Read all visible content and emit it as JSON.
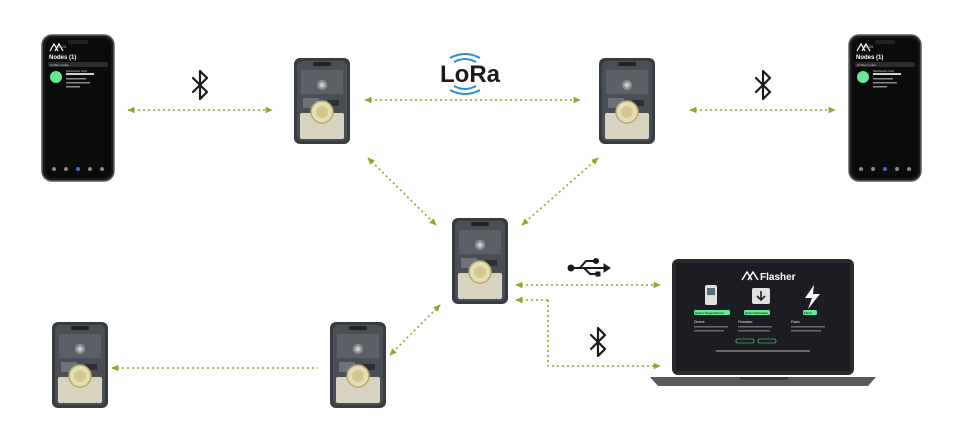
{
  "lora_label": "LoRa",
  "phones": [
    {
      "title": "Nodes (1)",
      "time": "10:24",
      "filter": "Q Filter nodes",
      "node_name": "Meshtastic 4c2f"
    },
    {
      "title": "Nodes (1)",
      "time": "10:24",
      "filter": "Q Filter nodes",
      "node_name": "Meshtastic 4c2f"
    }
  ],
  "laptop": {
    "app_title": "Flasher",
    "cards": [
      {
        "icon": "device-icon",
        "name": "Device",
        "button": "Select Target Device"
      },
      {
        "icon": "download-icon",
        "name": "Firmware",
        "button": "Select Firmware"
      },
      {
        "icon": "lightning-icon",
        "name": "Flash",
        "button": "Flash"
      }
    ]
  },
  "colors": {
    "link": "#8aac2a",
    "device_body": "#383c40",
    "device_pad": "#e6ddb5",
    "screen": "#0b0b0b",
    "accent_green": "#67ea94"
  }
}
